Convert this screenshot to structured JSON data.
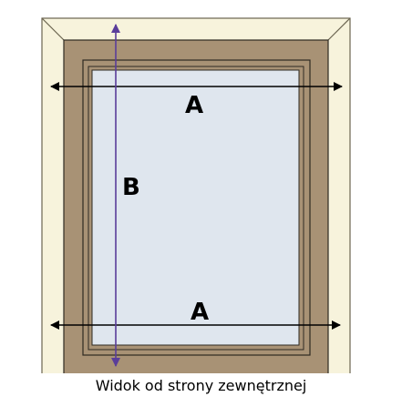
{
  "labels": {
    "width_top": "A",
    "width_bottom": "A",
    "height": "B"
  },
  "caption": "Widok od strony zewnętrznej",
  "colors": {
    "reveal_fill": "#f7f3dc",
    "reveal_stroke": "#6b6450",
    "frame_fill": "#a89275",
    "frame_stroke": "#2e2a22",
    "glass_fill": "#dfe6ee",
    "horizontal_arrow": "#000000",
    "vertical_arrow": "#5a3d9a"
  }
}
